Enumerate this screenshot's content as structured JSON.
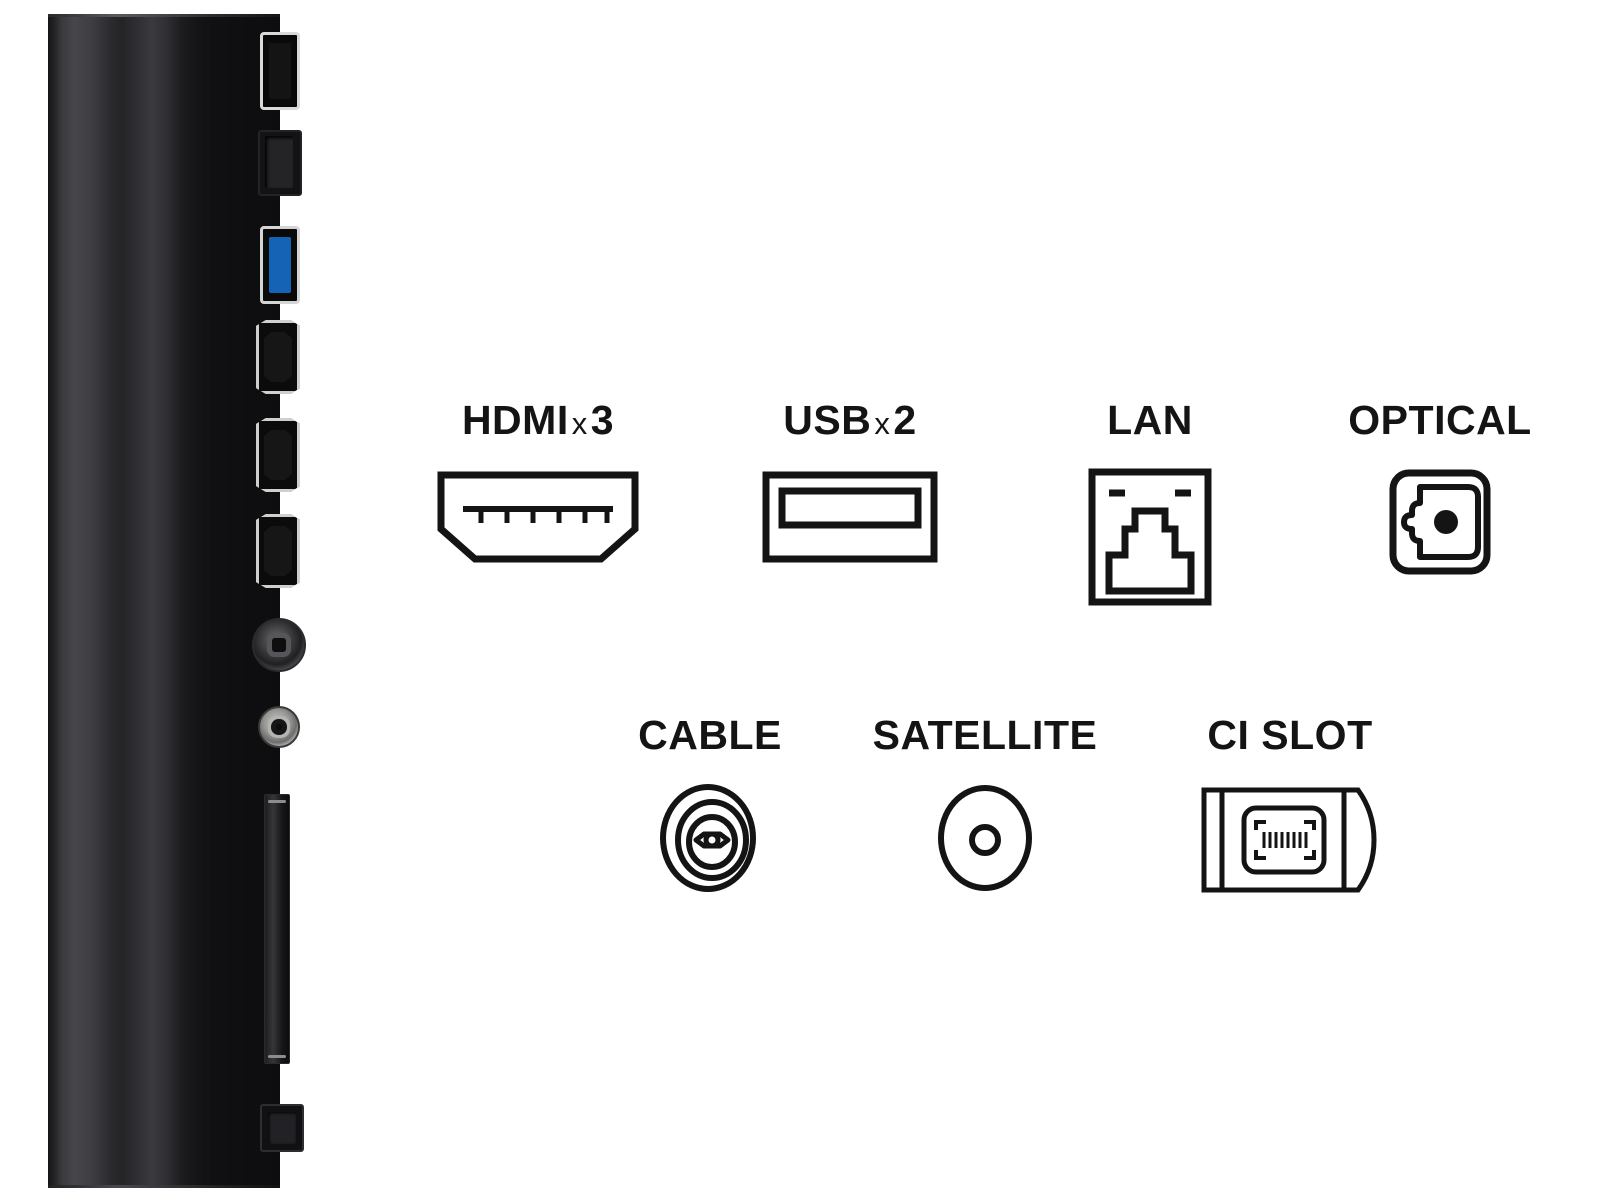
{
  "background_color": "#ffffff",
  "ink_color": "#141414",
  "product_photo": {
    "description": "TV side bezel with connector ports",
    "ports_top_to_bottom": [
      "usb-port",
      "lan-port",
      "usb-port-blue",
      "hdmi-port",
      "hdmi-port",
      "hdmi-port",
      "cable-coax-port",
      "satellite-coax-port",
      "ci-slot",
      "optical-port"
    ]
  },
  "connectivity": {
    "row1": [
      {
        "id": "hdmi",
        "label": "HDMI",
        "mult": "x",
        "count": "3",
        "icon": "hdmi-icon"
      },
      {
        "id": "usb",
        "label": "USB",
        "mult": "x",
        "count": "2",
        "icon": "usb-icon"
      },
      {
        "id": "lan",
        "label": "LAN",
        "mult": "",
        "count": "",
        "icon": "lan-icon"
      },
      {
        "id": "optical",
        "label": "OPTICAL",
        "mult": "",
        "count": "",
        "icon": "optical-icon"
      }
    ],
    "row2": [
      {
        "id": "cable",
        "label": "CABLE",
        "mult": "",
        "count": "",
        "icon": "cable-coax-icon"
      },
      {
        "id": "satellite",
        "label": "SATELLITE",
        "mult": "",
        "count": "",
        "icon": "satellite-coax-icon"
      },
      {
        "id": "cislot",
        "label": "CI SLOT",
        "mult": "",
        "count": "",
        "icon": "ci-slot-icon"
      }
    ]
  }
}
